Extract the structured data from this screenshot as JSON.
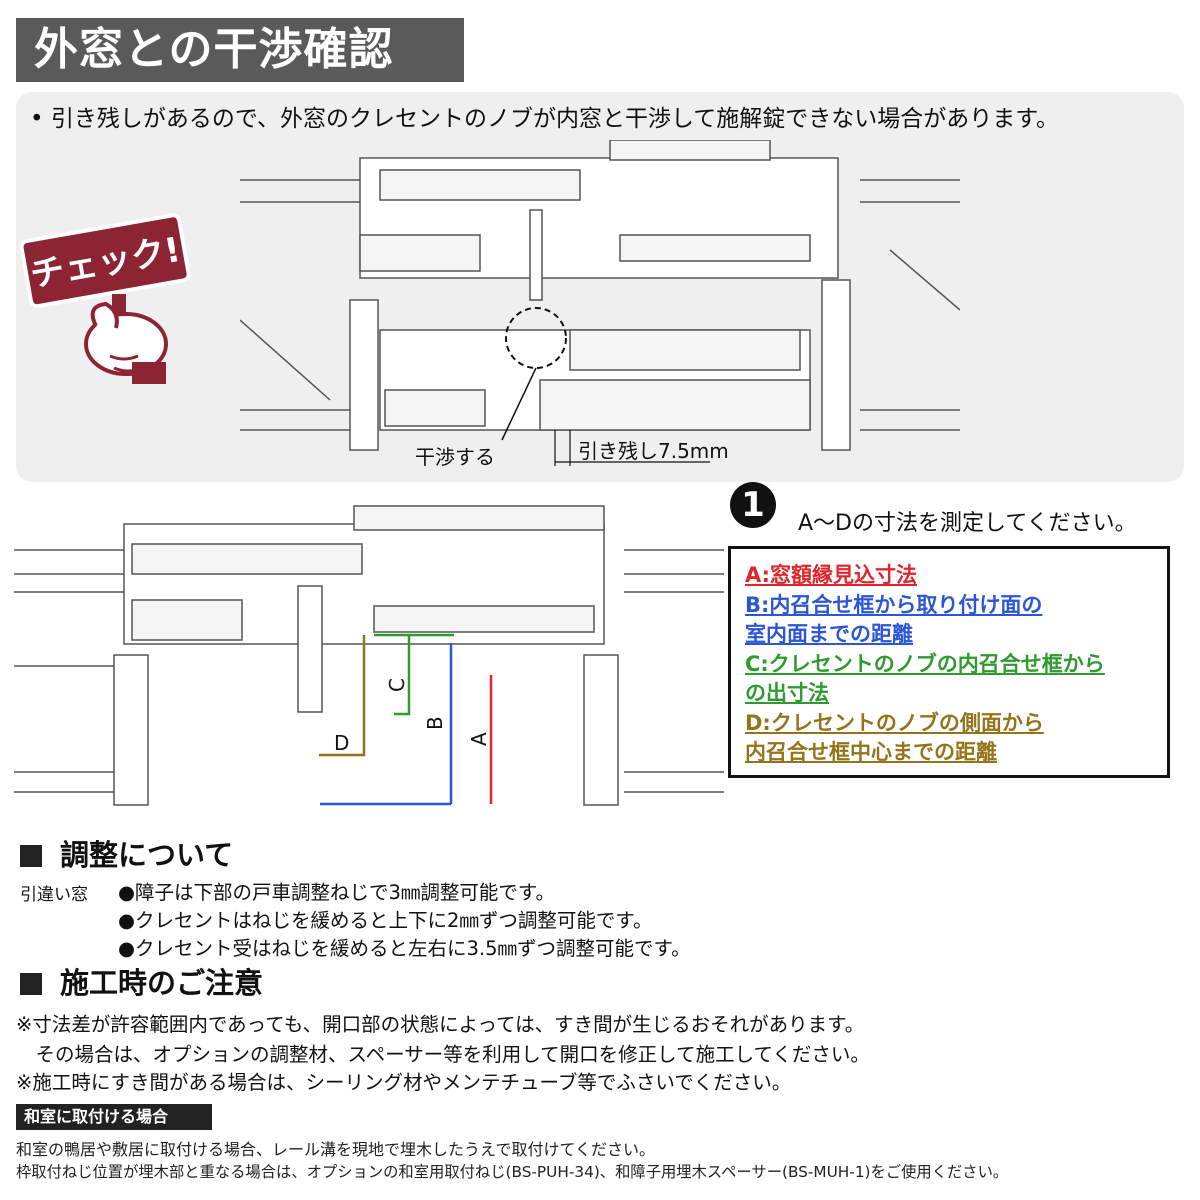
{
  "title": "外窓との干渉確認",
  "top_note": "• 引き残しがあるので、外窓のクレセントのノブが内窓と干渉して施解錠できない場合があります。",
  "check_badge": "チェック!",
  "figure1": {
    "interfere_label": "干渉する",
    "clearance_label": "引き残し7.5mm"
  },
  "figure2": {
    "dim_a": "A",
    "dim_b": "B",
    "dim_c": "C",
    "dim_d": "D"
  },
  "callout": {
    "number": "1",
    "text": "A～Dの寸法を測定してください。"
  },
  "legend": [
    {
      "text": "A:窓額縁見込寸法",
      "cls": "c-a"
    },
    {
      "text": "B:内召合せ框から取り付け面の",
      "cls": "c-b"
    },
    {
      "text": "室内面までの距離",
      "cls": "c-b"
    },
    {
      "text": "C:クレセントのノブの内召合せ框から",
      "cls": "c-c"
    },
    {
      "text": "の出寸法",
      "cls": "c-c"
    },
    {
      "text": "D:クレセントのノブの側面から",
      "cls": "c-d"
    },
    {
      "text": "内召合せ框中心までの距離",
      "cls": "c-d"
    }
  ],
  "adjust": {
    "heading": "調整について",
    "window_type": "引違い窓",
    "items": [
      "●障子は下部の戸車調整ねじで3㎜調整可能です。",
      "●クレセントはねじを緩めると上下に2㎜ずつ調整可能です。",
      "●クレセント受はねじを緩めると左右に3.5㎜ずつ調整可能です。"
    ]
  },
  "caution": {
    "heading": "施工時のご注意",
    "lines": [
      "※寸法差が許容範囲内であっても、開口部の状態によっては、すき間が生じるおそれがあります。",
      "　その場合は、オプションの調整材、スペーサー等を利用して開口を修正して施工してください。",
      "※施工時にすき間がある場合は、シーリング材やメンテチューブ等でふさいでください。"
    ]
  },
  "washitsu": {
    "badge": "和室に取付ける場合",
    "lines": [
      "和室の鴨居や敷居に取付ける場合、レール溝を現地で埋木したうえで取付けてください。",
      "枠取付ねじ位置が埋木部と重なる場合は、オプションの和室用取付ねじ(BS-PUH-34)、和障子用埋木スペーサー(BS-MUH-1)をご使用ください。"
    ]
  },
  "colors": {
    "title_bg": "#5a5a5a",
    "panel_bg": "#efefef",
    "dim_a": "#e0262c",
    "dim_b": "#2b56d6",
    "dim_c": "#2f9a2f",
    "dim_d": "#94741a",
    "badge_red": "#8c2433"
  }
}
